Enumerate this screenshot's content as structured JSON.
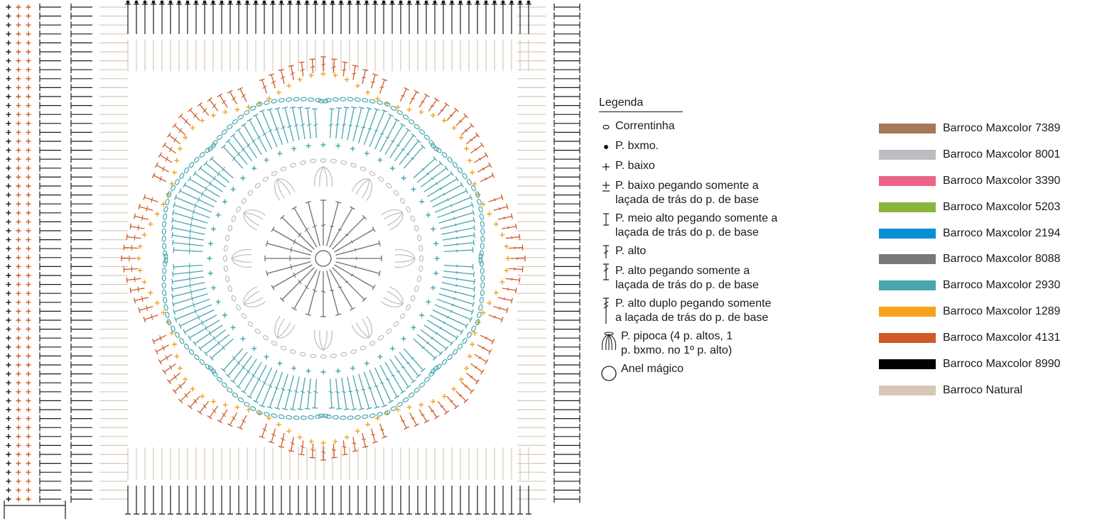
{
  "legend": {
    "title": "Legenda",
    "items": [
      {
        "icon": "chain-stitch-icon",
        "label": "Correntinha"
      },
      {
        "icon": "slip-stitch-icon",
        "label": "P. bxmo."
      },
      {
        "icon": "single-crochet-icon",
        "label": "P. baixo"
      },
      {
        "icon": "single-crochet-back-loop-icon",
        "label": "P. baixo pegando somente a\nlaçada de trás do p. de base"
      },
      {
        "icon": "half-double-back-loop-icon",
        "label": "P. meio alto pegando somente a\nlaçada de trás do p. de base"
      },
      {
        "icon": "double-crochet-icon",
        "label": "P. alto"
      },
      {
        "icon": "double-crochet-back-loop-icon",
        "label": "P. alto pegando somente a\nlaçada de trás do p. de base"
      },
      {
        "icon": "treble-crochet-back-loop-icon",
        "label": "P. alto duplo pegando somente\na laçada de trás do p. de base"
      },
      {
        "icon": "popcorn-stitch-icon",
        "label": "P. pipoca (4 p. altos, 1\np. bxmo. no 1º p. alto)"
      },
      {
        "icon": "magic-ring-icon",
        "label": "Anel mágico"
      }
    ]
  },
  "colors": [
    {
      "label": "Barroco Maxcolor 7389",
      "color": "#a8785a"
    },
    {
      "label": "Barroco Maxcolor 8001",
      "color": "#bcbdc0"
    },
    {
      "label": "Barroco Maxcolor 3390",
      "color": "#eb6488"
    },
    {
      "label": "Barroco Maxcolor 5203",
      "color": "#8cb33c"
    },
    {
      "label": "Barroco Maxcolor 2194",
      "color": "#0a8fd6"
    },
    {
      "label": "Barroco Maxcolor 8088",
      "color": "#77787b"
    },
    {
      "label": "Barroco Maxcolor 2930",
      "color": "#47a6ae"
    },
    {
      "label": "Barroco Maxcolor 1289",
      "color": "#f6a21d"
    },
    {
      "label": "Barroco Maxcolor 4131",
      "color": "#cf5a27"
    },
    {
      "label": "Barroco Maxcolor 8990",
      "color": "#000000"
    },
    {
      "label": "Barroco Natural",
      "color": "#d7c8b6"
    }
  ],
  "diagram_colors": {
    "ring": "#6d6e71",
    "popcorn": "#bcbdc0",
    "teal": "#47a6ae",
    "orange": "#f6a21d",
    "rust": "#cf5a27",
    "natural": "#d7c8b6",
    "black": "#1a1a1a"
  }
}
